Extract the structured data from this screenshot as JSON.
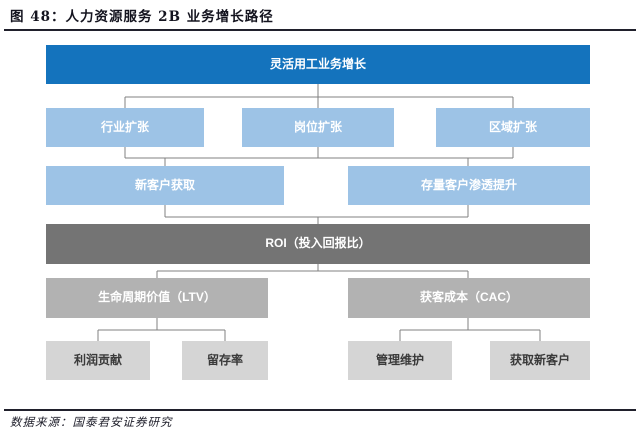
{
  "header": {
    "title": "图 48：人力资源服务 2B 业务增长路径"
  },
  "footer": {
    "source": "数据来源：国泰君安证券研究"
  },
  "colors": {
    "primary_blue": "#1473BD",
    "light_blue": "#9DC3E6",
    "dark_gray": "#747474",
    "medium_gray": "#B2B2B2",
    "light_gray": "#D5D5D5",
    "connector_gray": "#808080",
    "divider_dark": "#20202C"
  },
  "diagram": {
    "root": {
      "label": "灵活用工业务增长"
    },
    "level2": [
      {
        "label": "行业扩张"
      },
      {
        "label": "岗位扩张"
      },
      {
        "label": "区域扩张"
      }
    ],
    "level3": [
      {
        "label": "新客户获取"
      },
      {
        "label": "存量客户渗透提升"
      }
    ],
    "roi": {
      "label": "ROI（投入回报比）"
    },
    "level5": [
      {
        "label": "生命周期价值（LTV）"
      },
      {
        "label": "获客成本（CAC）"
      }
    ],
    "level6": [
      {
        "label": "利润贡献"
      },
      {
        "label": "留存率"
      },
      {
        "label": "管理维护"
      },
      {
        "label": "获取新客户"
      }
    ]
  }
}
